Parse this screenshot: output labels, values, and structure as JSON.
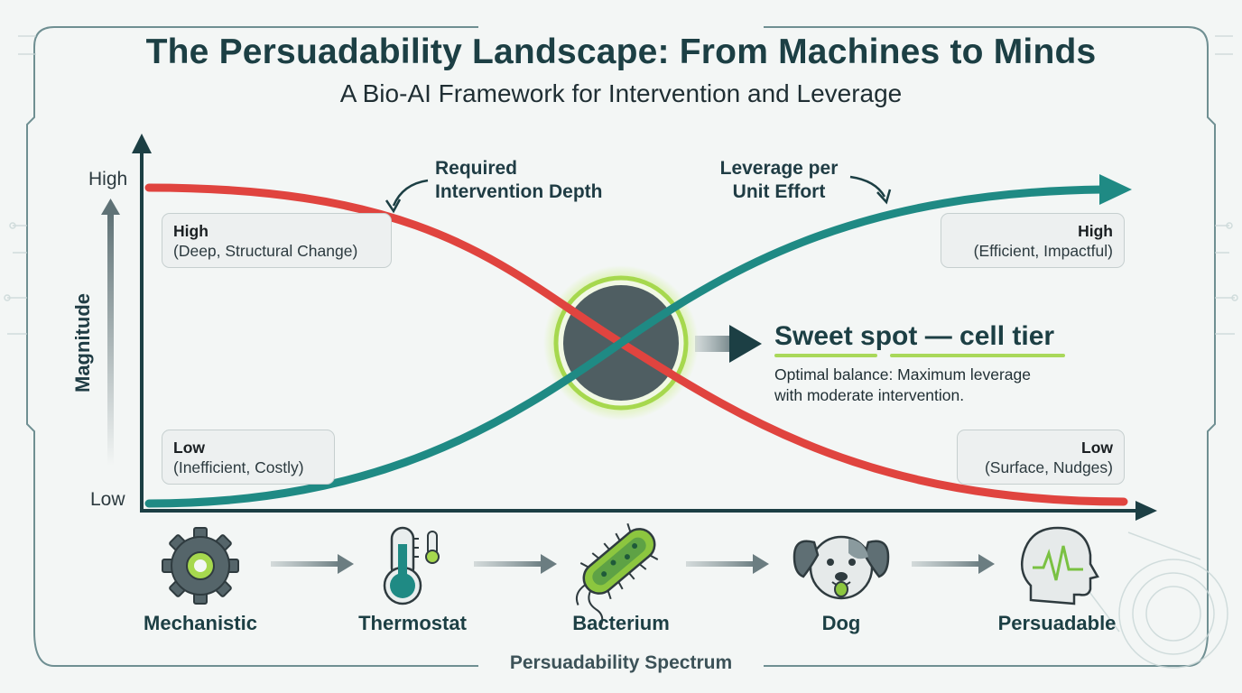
{
  "title": "The Persuadability Landscape: From Machines to Minds",
  "subtitle": "A Bio-AI Framework for Intervention and Leverage",
  "y_axis": {
    "label": "Magnitude",
    "high": "High",
    "low": "Low"
  },
  "curves": {
    "intervention": {
      "label_line1": "Required",
      "label_line2": "Intervention Depth",
      "color": "#e0443f"
    },
    "leverage": {
      "label_line1": "Leverage per",
      "label_line2": "Unit Effort",
      "color": "#1f8a84"
    }
  },
  "boxes": {
    "top_left": {
      "heading": "High",
      "text": "(Deep, Structural Change)"
    },
    "top_right": {
      "heading": "High",
      "text": "(Efficient, Impactful)"
    },
    "bottom_left": {
      "heading": "Low",
      "text": "(Inefficient, Costly)"
    },
    "bottom_right": {
      "heading": "Low",
      "text": "(Surface, Nudges)"
    }
  },
  "sweet_spot": {
    "title": "Sweet spot — cell tier",
    "desc_line1": "Optimal balance: Maximum leverage",
    "desc_line2": "with moderate intervention.",
    "glow_color": "#a9d85a"
  },
  "stages": [
    {
      "label": "Mechanistic",
      "icon": "gear-icon"
    },
    {
      "label": "Thermostat",
      "icon": "thermometer-icon"
    },
    {
      "label": "Bacterium",
      "icon": "bacterium-icon"
    },
    {
      "label": "Dog",
      "icon": "dog-icon"
    },
    {
      "label": "Persuadable",
      "icon": "human-head-icon"
    }
  ],
  "spectrum_label": "Persuadability Spectrum",
  "colors": {
    "dark": "#1c3f44",
    "accent_green": "#8cc63f"
  }
}
